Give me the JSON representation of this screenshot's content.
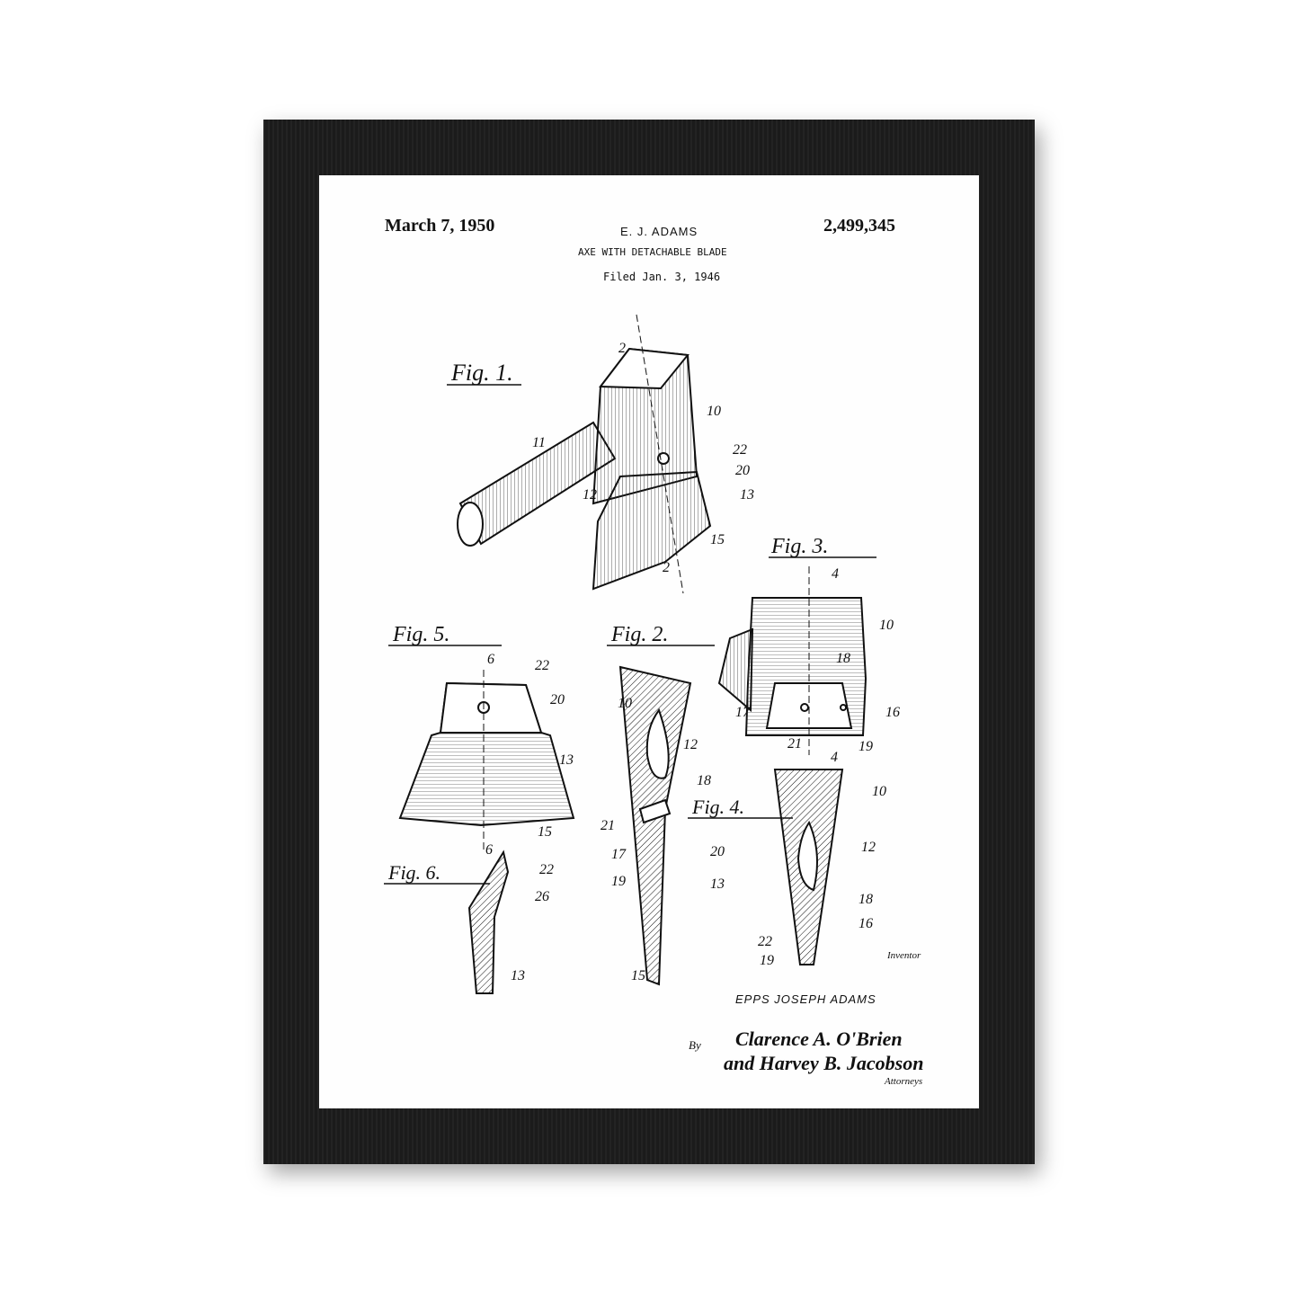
{
  "patent": {
    "date": "March 7, 1950",
    "inventor_header": "E. J. ADAMS",
    "patent_number": "2,499,345",
    "title": "AXE WITH DETACHABLE BLADE",
    "filed": "Filed Jan. 3, 1946"
  },
  "figures": {
    "fig1": "Fig. 1.",
    "fig2": "Fig. 2.",
    "fig3": "Fig. 3.",
    "fig4": "Fig. 4.",
    "fig5": "Fig. 5.",
    "fig6": "Fig. 6."
  },
  "reference_numerals": {
    "fig1": [
      "10",
      "11",
      "12",
      "13",
      "15",
      "20",
      "22",
      "2",
      "2"
    ],
    "fig3": [
      "4",
      "10",
      "18",
      "16",
      "17",
      "21",
      "19",
      "4"
    ],
    "fig5": [
      "6",
      "22",
      "20",
      "13",
      "15",
      "6"
    ],
    "fig2": [
      "10",
      "12",
      "18",
      "21",
      "17",
      "20",
      "19",
      "13",
      "15"
    ],
    "fig4": [
      "10",
      "12",
      "18",
      "16",
      "22",
      "19"
    ],
    "fig6": [
      "22",
      "26",
      "13"
    ]
  },
  "signature_block": {
    "inventor_label": "Inventor",
    "inventor_name": "EPPS JOSEPH ADAMS",
    "by": "By",
    "attorneys_signature": "Clarence A. O'Brien and Harvey B. Jacobson",
    "attorneys_label": "Attorneys"
  },
  "colors": {
    "frame": "#1c1c1c",
    "paper": "#fefefe",
    "ink": "#111111"
  }
}
